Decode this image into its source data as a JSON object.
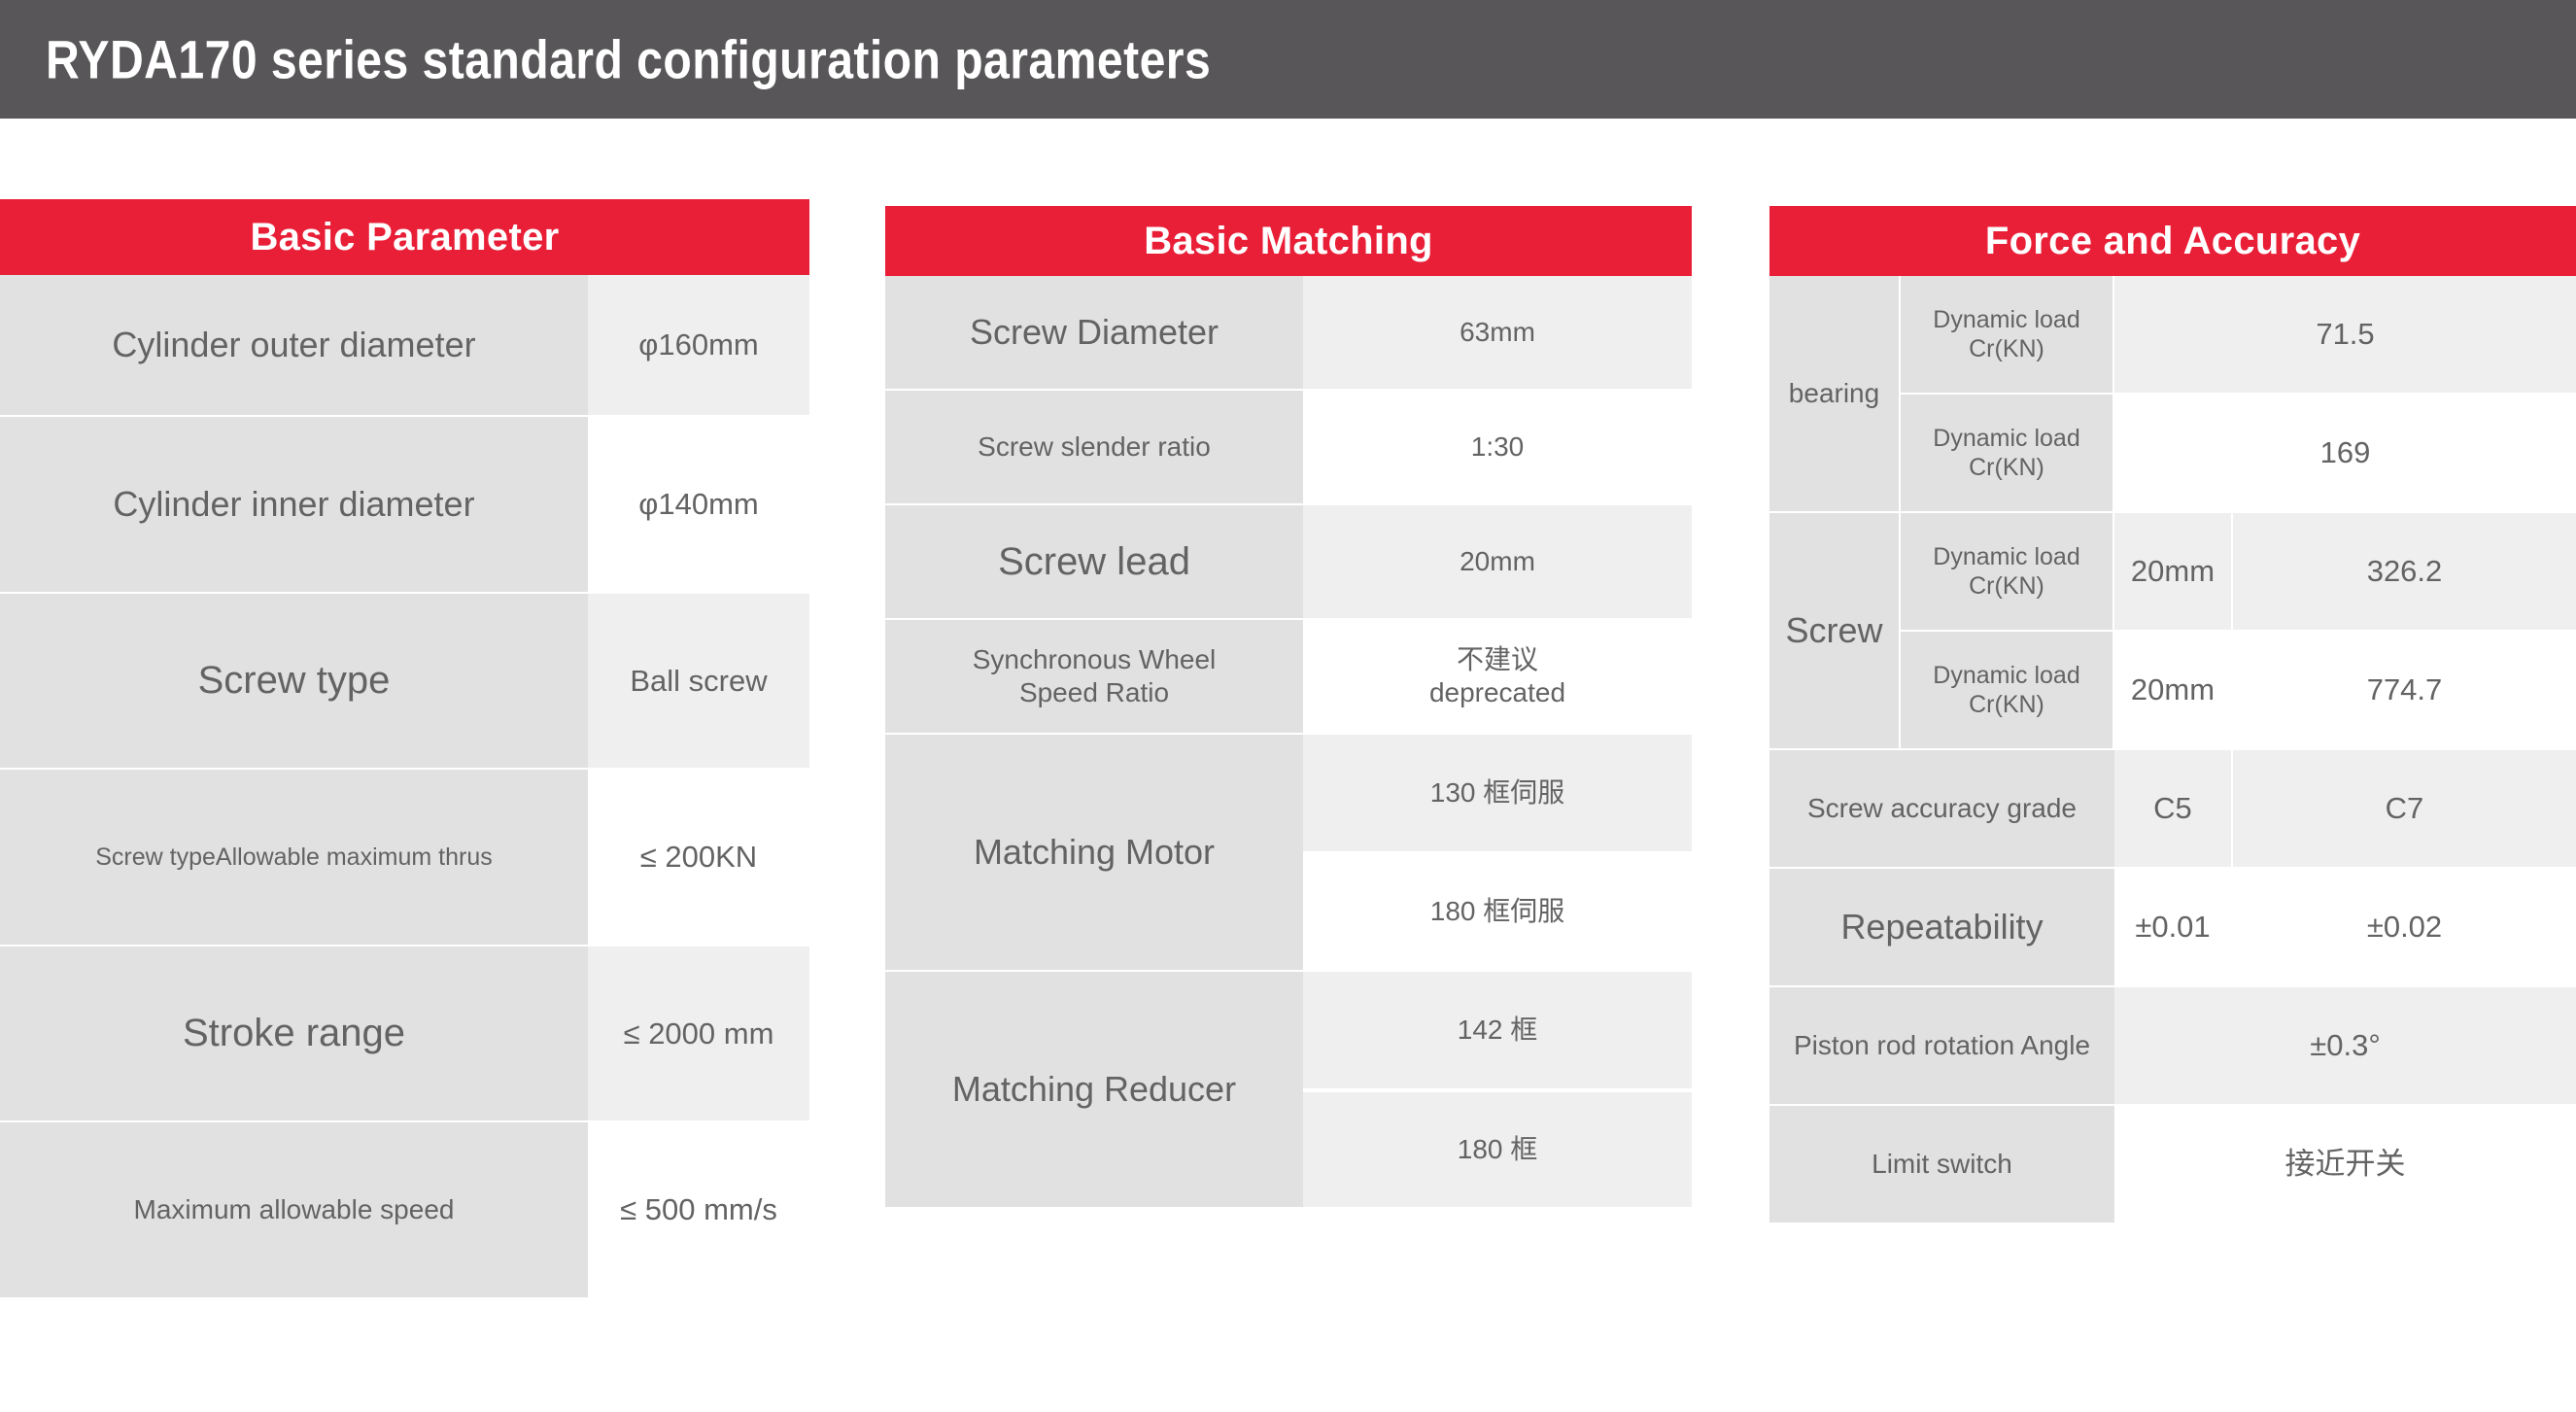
{
  "header": {
    "model": "RYDA170",
    "title_rest": "series standard configuration parameters",
    "full_title": "RYDA170 series standard configuration parameters",
    "bar_color": "#585658",
    "text_color": "#ffffff"
  },
  "theme": {
    "accent_red": "#e91e37",
    "label_bg": "#e0e1e0",
    "value_bg_alt": "#efeff0",
    "value_bg": "#ffffff",
    "text_gray": "#636363"
  },
  "panels": [
    {
      "id": "basic-parameter",
      "title": "Basic Parameter",
      "rows": [
        {
          "label": "Cylinder outer diameter",
          "value": "φ160mm"
        },
        {
          "label": "Cylinder inner diameter",
          "value": "φ140mm"
        },
        {
          "label": "Screw type",
          "value": "Ball screw"
        },
        {
          "label": "Screw typeAllowable maximum thrus",
          "value": "≤ 200KN"
        },
        {
          "label": "Stroke range",
          "value": "≤ 2000 mm"
        },
        {
          "label": "Maximum allowable speed",
          "value": "≤ 500 mm/s"
        }
      ]
    },
    {
      "id": "basic-matching",
      "title": "Basic Matching",
      "rows": [
        {
          "label": "Screw Diameter",
          "value": "63mm"
        },
        {
          "label": "Screw slender ratio",
          "value": "1:30"
        },
        {
          "label": "Screw lead",
          "value": "20mm"
        },
        {
          "label": "Synchronous Wheel\nSpeed Ratio",
          "value": "不建议\ndeprecated"
        },
        {
          "label": "Matching Motor",
          "value": "130 框伺服"
        },
        {
          "label": "",
          "value": "180 框伺服"
        },
        {
          "label": "Matching Reducer",
          "value": "142 框"
        },
        {
          "label": "",
          "value": "180 框"
        }
      ]
    },
    {
      "id": "force-and-accuracy",
      "title": "Force and Accuracy",
      "groups": [
        {
          "name": "bearing",
          "rows": [
            {
              "sub": "Dynamic load Cr(KN)",
              "v1": "",
              "v2": "71.5",
              "merged": true
            },
            {
              "sub": "Dynamic load Cr(KN)",
              "v1": "",
              "v2": "169",
              "merged": true
            }
          ]
        },
        {
          "name": "Screw",
          "rows": [
            {
              "sub": "Dynamic load Cr(KN)",
              "v1": "20mm",
              "v2": "326.2",
              "merged": false
            },
            {
              "sub": "Dynamic load Cr(KN)",
              "v1": "20mm",
              "v2": "774.7",
              "merged": false
            }
          ]
        }
      ],
      "plain_rows": [
        {
          "label": "Screw accuracy grade",
          "v1": "C5",
          "v2": "C7",
          "merged": false
        },
        {
          "label": "Repeatability",
          "v1": "±0.01",
          "v2": "±0.02",
          "merged": false
        },
        {
          "label": "Piston rod rotation Angle",
          "v1": "",
          "v2": "±0.3°",
          "merged": true
        },
        {
          "label": "Limit switch",
          "v1": "",
          "v2": "接近开关",
          "merged": true
        }
      ]
    }
  ]
}
